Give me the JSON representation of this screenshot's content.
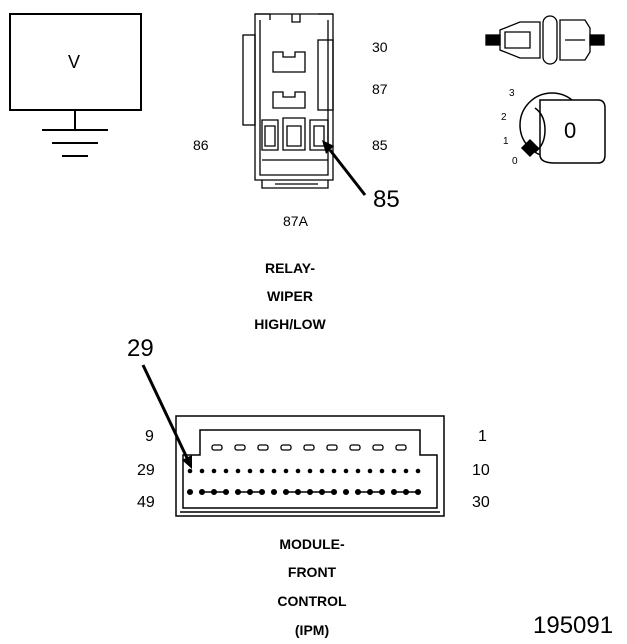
{
  "meter": {
    "label": "V"
  },
  "relay": {
    "pins": {
      "p30": "30",
      "p87": "87",
      "p86": "86",
      "p85": "85",
      "p87a": "87A"
    },
    "pointer_label": "85",
    "caption": [
      "RELAY-",
      "WIPER",
      "HIGH/LOW"
    ]
  },
  "ignition": {
    "positions": [
      "3",
      "2",
      "1",
      "0"
    ],
    "key_label": "0"
  },
  "module": {
    "pin_labels": {
      "top_left": "9",
      "top_right": "1",
      "mid_left": "29",
      "mid_right": "10",
      "bot_left": "49",
      "bot_right": "30"
    },
    "pointer_label": "29",
    "caption": [
      "MODULE-",
      "FRONT",
      "CONTROL",
      "(IPM)"
    ]
  },
  "figure_id": "195091",
  "colors": {
    "line": "#000000",
    "fill": "#ffffff",
    "highlight": "#000000"
  }
}
